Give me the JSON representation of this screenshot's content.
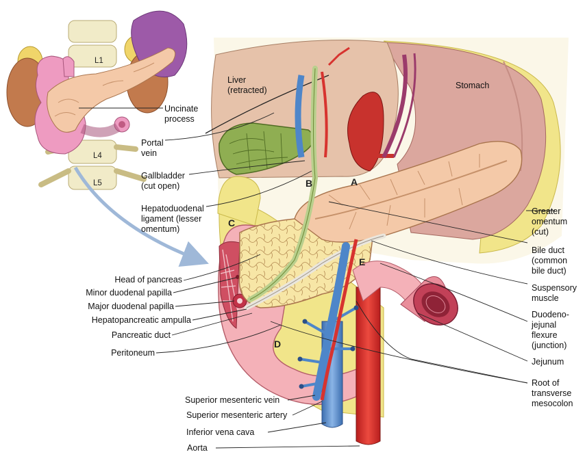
{
  "vertebra_labels": {
    "l1": "L1",
    "l4": "L4",
    "l5": "L5"
  },
  "region_letters": {
    "a": "A",
    "b": "B",
    "c": "C",
    "d": "D",
    "e": "E"
  },
  "labels": {
    "uncinate": "Uncinate\nprocess",
    "liver": "Liver\n(retracted)",
    "stomach": "Stomach",
    "portal_vein": "Portal\nvein",
    "gallbladder": "Gallbladder\n(cut open)",
    "hepatoduodenal": "Hepatoduodenal\nligament (lesser\nomentum)",
    "greater_omentum": "Greater\nomentum\n(cut)",
    "bile_duct": "Bile duct\n(common\nbile duct)",
    "suspensory": "Suspensory\nmuscle",
    "duodenojejunal": "Duodeno-\njejunal\nflexure\n(junction)",
    "jejunum": "Jejunum",
    "root_mesocolon": "Root of\ntransverse\nmesocolon",
    "head_pancreas": "Head of pancreas",
    "minor_papilla": "Minor duodenal papilla",
    "major_papilla": "Major duodenal papilla",
    "ampulla": "Hepatopancreatic ampulla",
    "pancreatic_duct": "Pancreatic duct",
    "peritoneum": "Peritoneum",
    "sm_vein": "Superior mesenteric vein",
    "sm_artery": "Superior mesenteric artery",
    "ivc": "Inferior vena cava",
    "aorta": "Aorta"
  },
  "colors": {
    "pancreas": "#f4c9a8",
    "duodenum": "#e8a0ae",
    "stomach": "#dba79e",
    "omentum": "#f1e58a",
    "gallbladder": "#8fae52",
    "artery": "#d7332f",
    "vein": "#4e86c9"
  }
}
